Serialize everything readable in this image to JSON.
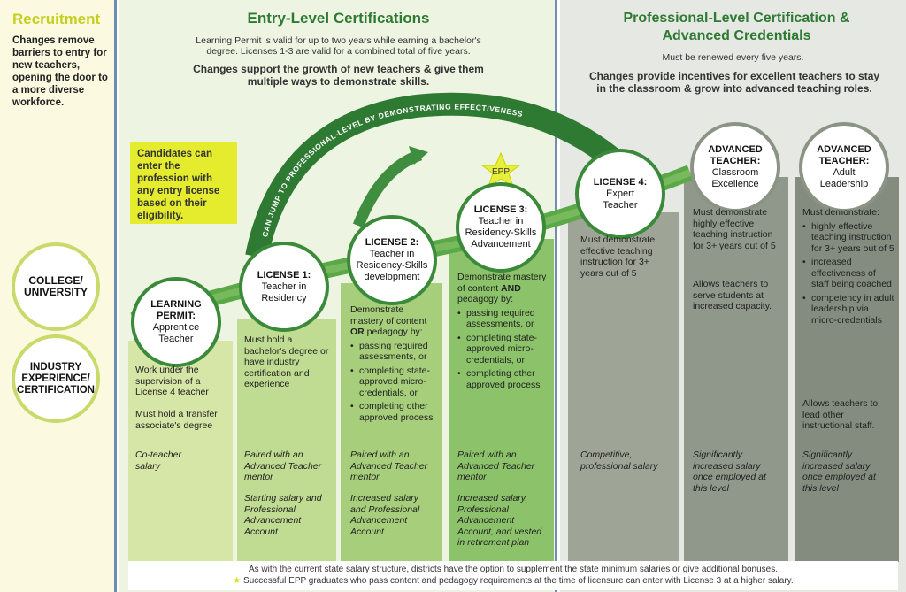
{
  "recruitment": {
    "title": "Recruitment",
    "text": "Changes remove barriers to entry for new teachers, opening the door to a more diverse workforce.",
    "college": [
      "COLLEGE/",
      "UNIVERSITY"
    ],
    "industry": [
      "INDUSTRY",
      "EXPERIENCE/",
      "CERTIFICATION"
    ]
  },
  "entry": {
    "title": "Entry-Level Certifications",
    "note": "Learning Permit is valid for up to two years while earning a bachelor's degree. Licenses 1-3 are valid for a combined total of five years.",
    "tagline": "Changes support the growth of new teachers & give them multiple ways to demonstrate skills.",
    "callout": "Candidates can enter the profession with any entry license based on their eligibility."
  },
  "professional": {
    "title": "Professional-Level Certification & Advanced Credentials",
    "note": "Must be renewed every five years.",
    "tagline": "Changes provide incentives for excellent teachers to stay in the classroom & grow into advanced teaching roles."
  },
  "arrow_text": "CAN JUMP TO PROFESSIONAL-LEVEL BY DEMONSTRATING EFFECTIVENESS",
  "epp_badge": "EPP",
  "levels": [
    {
      "title1": "LEARNING PERMIT:",
      "title2": "Apprentice Teacher",
      "req": "Work under the supervision of a License 4 teacher",
      "req2": "Must hold a transfer associate's degree",
      "pay": "Co-teacher salary"
    },
    {
      "title1": "LICENSE 1:",
      "title2": "Teacher in Residency",
      "req": "Must hold a bachelor's degree or have industry certification and experience",
      "pay": "Paired with an Advanced Teacher mentor",
      "pay2": "Starting salary and Professional Advancement Account"
    },
    {
      "title1": "LICENSE 2:",
      "title2": "Teacher in Residency-Skills development",
      "req_intro": "Demonstrate mastery of content",
      "req_or": "OR",
      "req_intro2": "pedagogy by:",
      "bullets": [
        "passing required assessments, or",
        "completing state-approved micro-credentials, or",
        "completing other approved process"
      ],
      "pay": "Paired with an Advanced Teacher mentor",
      "pay2": "Increased salary and Professional Advancement Account"
    },
    {
      "title1": "LICENSE 3:",
      "title2": "Teacher in Residency-Skills Advancement",
      "req_intro": "Demonstrate mastery of content",
      "req_and": "AND",
      "req_intro2": "pedagogy by:",
      "bullets": [
        "passing required assessments, or",
        "completing state-approved micro-credentials, or",
        "completing other approved process"
      ],
      "pay": "Paired with an Advanced Teacher mentor",
      "pay2": "Increased salary, Professional Advancement Account, and vested in retirement plan"
    },
    {
      "title1": "LICENSE 4:",
      "title2": "Expert Teacher",
      "req": "Must demonstrate effective teaching instruction for 3+ years out of 5",
      "pay": "Competitive, professional salary"
    },
    {
      "title1": "ADVANCED TEACHER:",
      "title2": "Classroom Excellence",
      "req": "Must demonstrate highly effective teaching instruction for 3+ years out of 5",
      "req2": "Allows teachers to serve students at increased capacity.",
      "pay": "Significantly increased salary once employed at this level"
    },
    {
      "title1": "ADVANCED TEACHER:",
      "title2": "Adult Leadership",
      "req_intro": "Must demonstrate:",
      "bullets": [
        "highly effective teaching instruction for 3+ years out of 5",
        "increased effectiveness of staff being coached",
        "competency in adult leadership via micro-credentials"
      ],
      "req2": "Allows teachers to lead other instructional staff.",
      "pay": "Significantly increased salary once employed at this level"
    }
  ],
  "footer": {
    "line1": "As with the current state salary structure, districts have the option to supplement the state minimum salaries or give additional bonuses.",
    "star": "★",
    "line2": "Successful EPP graduates who pass content and pedagogy requirements at the time of licensure can enter with License 3 at a higher salary."
  },
  "colors": {
    "dark_green": "#2f7a33",
    "mid_green": "#5aa846",
    "light_green": "#a7cf7b",
    "yellow_green": "#d8e36a",
    "gray": "#8a9384",
    "blue_divider": "#6f8fb0"
  }
}
